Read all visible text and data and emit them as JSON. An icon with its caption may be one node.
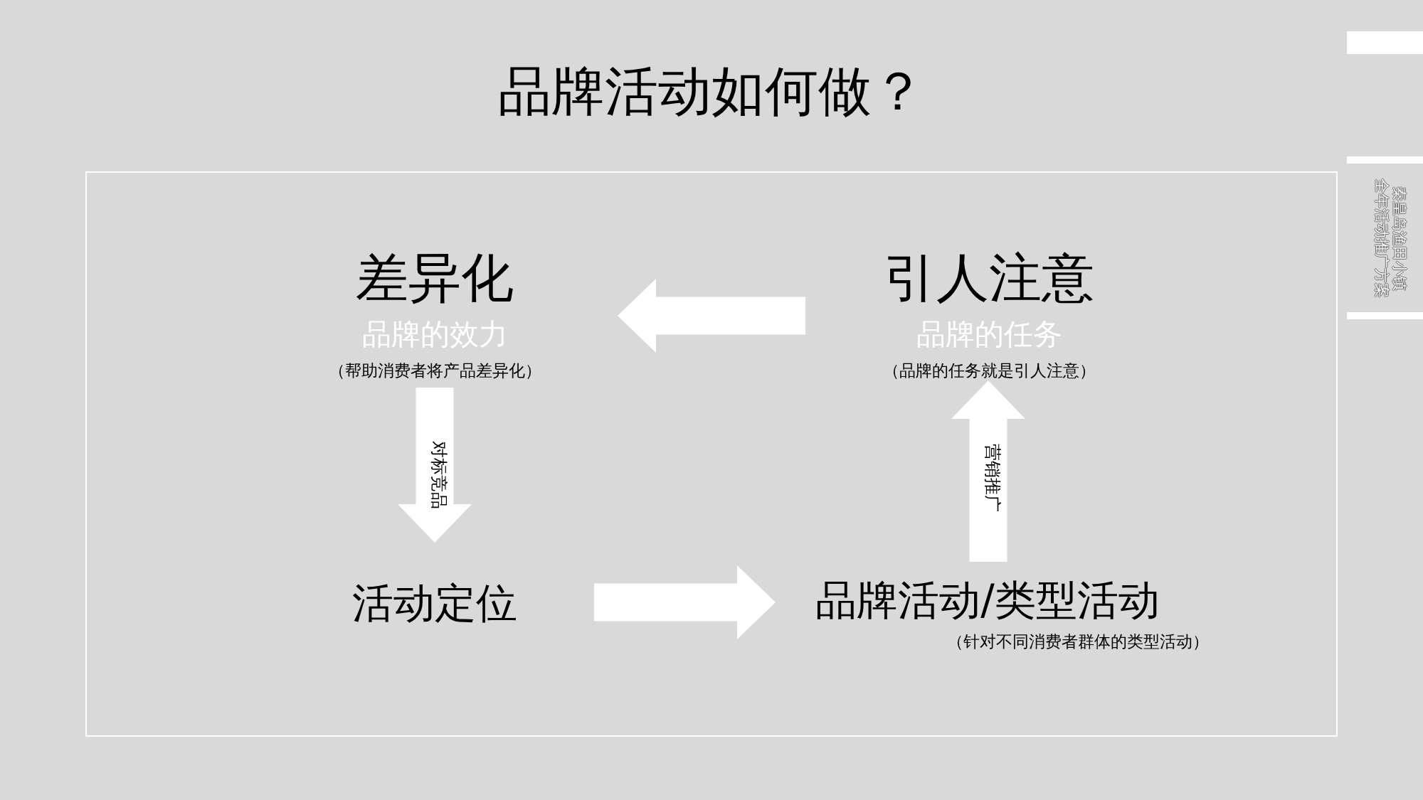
{
  "diagram": {
    "title": "品牌活动如何做？",
    "nodes": [
      {
        "text": [
          "差异化",
          "品牌的效力",
          "（帮助消费者将产品差异化）"
        ]
      },
      {
        "text": [
          "引人注意",
          "品牌的任务",
          "（品牌的任务就是引人注意）"
        ]
      },
      {
        "text": [
          "活动定位"
        ]
      },
      {
        "text": [
          "品牌活动/类型活动",
          "（针对不同消费者群体的类型活动）"
        ]
      }
    ],
    "edges": [
      {
        "from": 1,
        "to": 0,
        "arrow": "to"
      },
      {
        "from": 0,
        "to": 2,
        "arrow": "to",
        "label": "对标竞品"
      },
      {
        "from": 2,
        "to": 3,
        "arrow": "to"
      },
      {
        "from": 3,
        "to": 1,
        "arrow": "to",
        "label": "营销推广"
      }
    ],
    "labels": [
      "秦皇岛渔田小镇",
      "全年活动推广方案"
    ]
  }
}
